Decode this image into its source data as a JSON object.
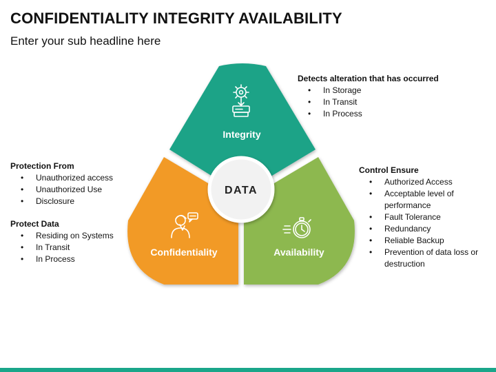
{
  "title": "CONFIDENTIALITY INTEGRITY AVAILABILITY",
  "subtitle": "Enter your sub headline here",
  "center_label": "DATA",
  "colors": {
    "integrity": "#1ea387",
    "confidentiality": "#f29a26",
    "availability": "#8db84f",
    "bottom_bar": "#1aa68a"
  },
  "segments": {
    "integrity": {
      "label": "Integrity",
      "icon": "gear-cloud-server-icon"
    },
    "confidentiality": {
      "label": "Confidentiality",
      "icon": "person-speech-bubble-icon"
    },
    "availability": {
      "label": "Availability",
      "icon": "stopwatch-icon"
    }
  },
  "integrity_notes": {
    "heading": "Detects alteration that has occurred",
    "items": [
      "In Storage",
      "In Transit",
      "In Process"
    ]
  },
  "confidentiality_notes": [
    {
      "heading": "Protection From",
      "items": [
        "Unauthorized access",
        "Unauthorized Use",
        "Disclosure"
      ]
    },
    {
      "heading": "Protect Data",
      "items": [
        "Residing on Systems",
        "In Transit",
        "In Process"
      ]
    }
  ],
  "availability_notes": {
    "heading": "Control Ensure",
    "items": [
      "Authorized Access",
      "Acceptable level of performance",
      "Fault Tolerance",
      "Redundancy",
      "Reliable Backup",
      "Prevention of data loss or destruction"
    ]
  }
}
